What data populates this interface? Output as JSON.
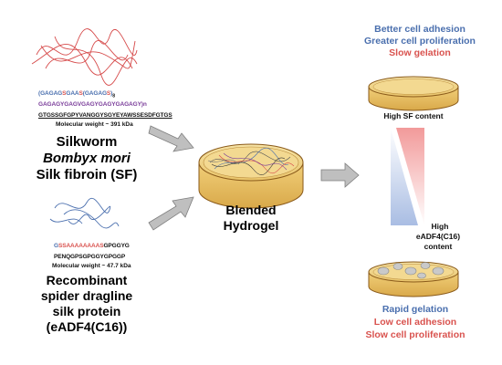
{
  "silkworm": {
    "seq_line1": "(GAGAGSGAAS(GAGAGS)8",
    "seq_line2": "GAGAGYGAGVGAGYGAGYGAGAGY)n",
    "seq_line3": "GTGSSGFGPYVANGGYSGYEYAWSSESDFGTGS",
    "mw": "Molecular weight ~ 391 kDa",
    "name_1": "Silkworm",
    "name_2": "Bombyx mori",
    "name_3": "Silk fibroin (SF)"
  },
  "spider": {
    "seq_line1": "GSSAAAAAAAASGPGGYG",
    "seq_line2": "PENQGPSGPGGYGPGGP",
    "mw": "Molecular weight ~ 47.7 kDa",
    "name_1": "Recombinant",
    "name_2": "spider dragline",
    "name_3": "silk protein",
    "name_4": "(eADF4(C16))"
  },
  "center": {
    "line1": "Blended",
    "line2": "Hydrogel"
  },
  "top_outcome": {
    "line1": "Better cell adhesion",
    "line2": "Greater cell proliferation",
    "line3": "Slow gelation",
    "dish_label": "High SF content"
  },
  "bottom_outcome": {
    "label_1": "High",
    "label_2": "eADF4(C16)",
    "label_3": "content",
    "line1": "Rapid gelation",
    "line2": "Low cell adhesion",
    "line3": "Slow cell proliferation"
  },
  "colors": {
    "blue": "#4a6fae",
    "red": "#d9534f",
    "dish_fill": "#f2d58a",
    "dish_stroke": "#8a5a1a",
    "arrow_gray": "#bfbfbf",
    "wedge_blue": "#b8c8e6",
    "wedge_red": "#f3a8a8"
  }
}
